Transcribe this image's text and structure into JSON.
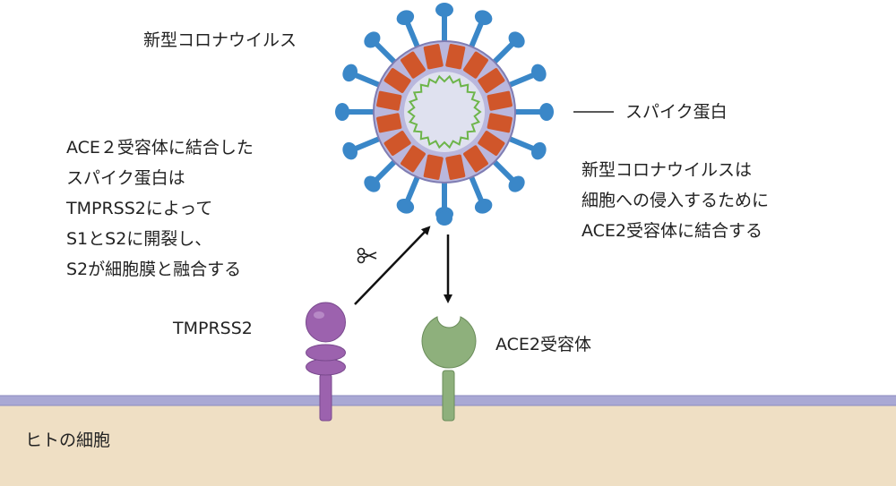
{
  "labels": {
    "virus": "新型コロナウイルス",
    "spike": "スパイク蛋白",
    "left_desc": "ACE２受容体に結合した\nスパイク蛋白は\nTMPRSS2によって\nS1とS2に開裂し、\nS2が細胞膜と融合する",
    "right_desc": "新型コロナウイルスは\n細胞への侵入するために\nACE2受容体に結合する",
    "tmprss2": "TMPRSS2",
    "ace2": "ACE2受容体",
    "cell": "ヒトの細胞"
  },
  "colors": {
    "cell_fill": "#efdfc4",
    "membrane": "#a9a8d4",
    "spike_blue": "#3a87c8",
    "protein_orange": "#d0562a",
    "envelope_lilac": "#b9b7dd",
    "core": "#dfe1ef",
    "rna_green": "#6db54a",
    "tmprss2_purple": "#9c62ae",
    "ace2_green": "#8eb07c"
  },
  "icons": {
    "scissors": "scissors-icon"
  }
}
